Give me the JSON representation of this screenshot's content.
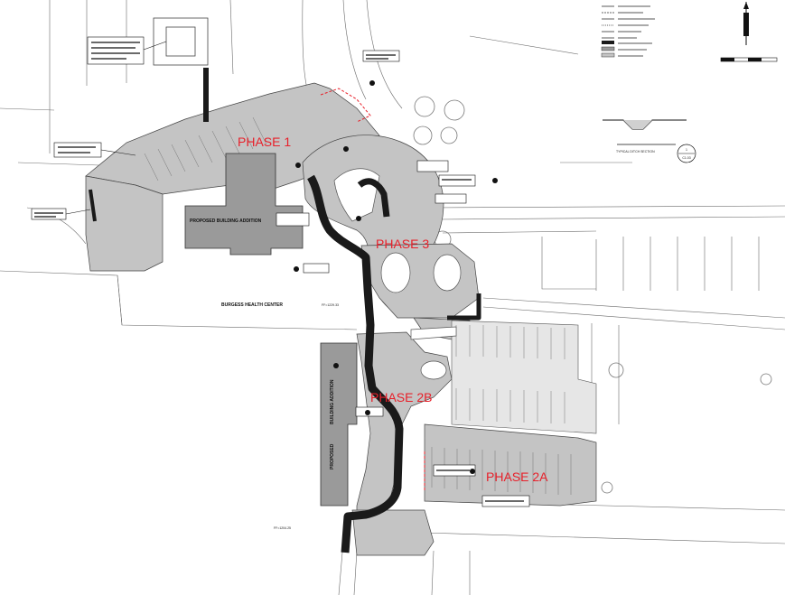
{
  "plan": {
    "labels": {
      "proposed_building_addition": "PROPOSED BUILDING ADDITION",
      "burgess_health_center": "BURGESS HEALTH CENTER",
      "proposed": "PROPOSED",
      "building_addition_vertical": "BUILDING ADDITION",
      "ff_upper": "FF=1229.33",
      "ff_lower": "FF=1204.25",
      "typical_ditch_section": "TYPICAL DITCH SECTION",
      "detail_callout_top": "1",
      "detail_callout_bottom": "C1.03"
    },
    "phases": [
      {
        "id": "phase-1",
        "label": "PHASE 1"
      },
      {
        "id": "phase-3",
        "label": "PHASE 3"
      },
      {
        "id": "phase-2b",
        "label": "PHASE 2B"
      },
      {
        "id": "phase-2a",
        "label": "PHASE 2A"
      }
    ],
    "colors": {
      "phase_text": "#e8202a",
      "paving": "#c4c4c4",
      "building": "#9a9a9a",
      "walk": "#1a1a1a",
      "line": "#3c3c3c"
    }
  }
}
